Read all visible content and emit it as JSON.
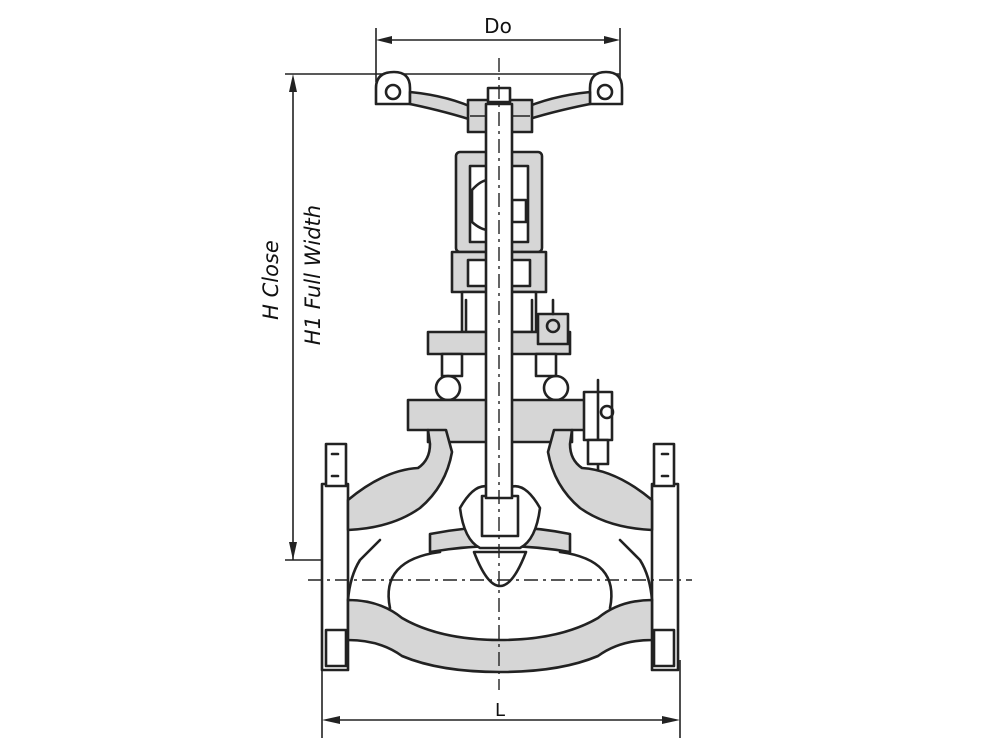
{
  "labels": {
    "do": "Do",
    "h_close": "H Close",
    "h1_full_width": "H1 Full Width",
    "l": "L"
  }
}
